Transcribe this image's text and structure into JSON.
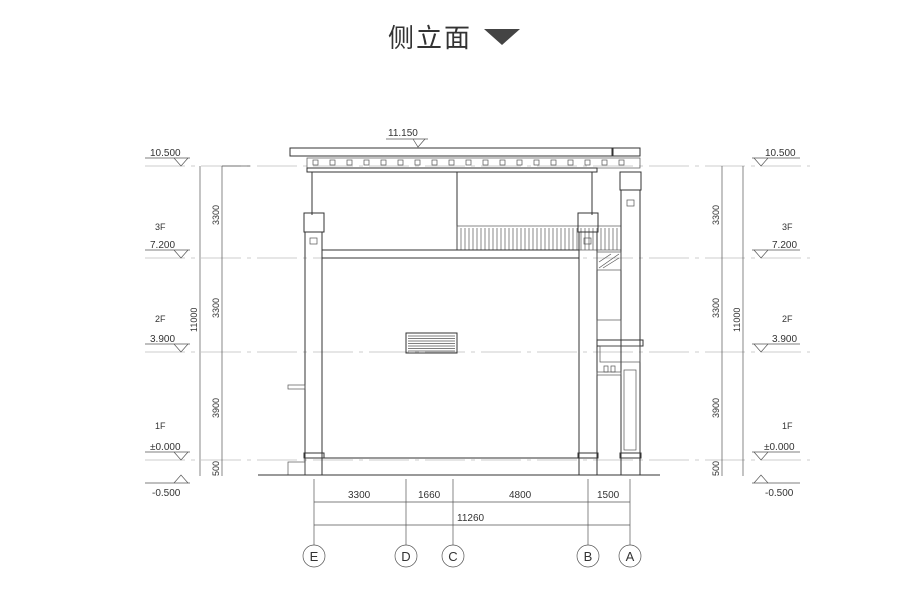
{
  "title": "侧立面",
  "top_elevation": "11.150",
  "levels_left": [
    {
      "floor": "",
      "elev": "10.500"
    },
    {
      "floor": "3F",
      "elev": "7.200"
    },
    {
      "floor": "2F",
      "elev": "3.900"
    },
    {
      "floor": "1F",
      "elev": "±0.000"
    },
    {
      "floor": "",
      "elev": "-0.500"
    }
  ],
  "levels_right": [
    {
      "floor": "",
      "elev": "10.500"
    },
    {
      "floor": "3F",
      "elev": "7.200"
    },
    {
      "floor": "2F",
      "elev": "3.900"
    },
    {
      "floor": "1F",
      "elev": "±0.000"
    },
    {
      "floor": "",
      "elev": "-0.500"
    }
  ],
  "vertical_dims": [
    "3300",
    "3300",
    "3900",
    "500"
  ],
  "vertical_total": "11000",
  "horizontal_dims": [
    "3300",
    "1660",
    "4800",
    "1500"
  ],
  "horizontal_total": "11260",
  "axes": [
    "E",
    "D",
    "C",
    "B",
    "A"
  ]
}
